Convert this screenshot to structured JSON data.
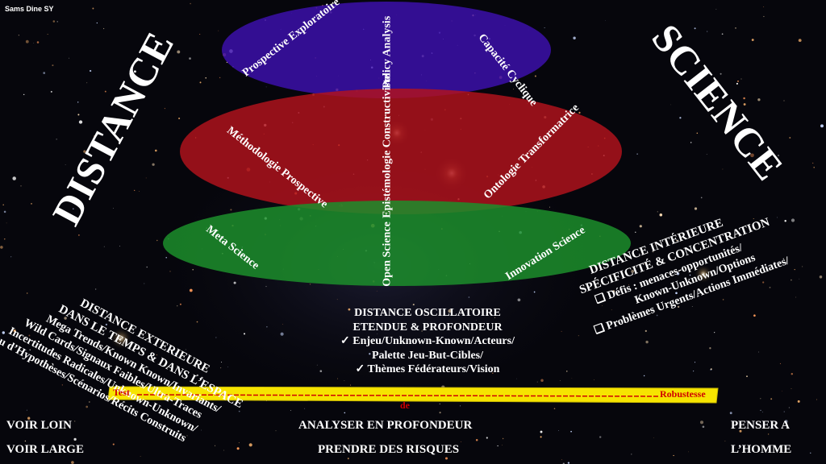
{
  "author": "Sams Dine SY",
  "big_left": "DISTANCE",
  "big_right": "SCIENCE",
  "ellipses": {
    "top": {
      "color": "#3b12a8",
      "left": "Prospective Exploratoire",
      "center": "Policy Analysis",
      "right": "Capacité Cyclique"
    },
    "middle": {
      "color": "#b0101a",
      "left": "Méthodologie Prospective",
      "center": "Epistémologie Constructiviste",
      "right": "Ontologie Transformatrice"
    },
    "bottom": {
      "color": "#1a8a2a",
      "left": "Meta Science",
      "center": "Open Science",
      "right": "Innovation Science"
    }
  },
  "left_section": {
    "title1": "DISTANCE  EXTERIEURE",
    "title2": "DANS LE TEMPS & DANS L’ESPACE",
    "items": [
      "Mega Trends/Known Known/Invariants/",
      "Wild Cards/Signaux Faibles/Ultra-Traces",
      "Incertitudes Radicales/Unknown-Unknown/",
      "Jeu d’Hypothèses/Scénarios/Récits Construits"
    ]
  },
  "center_section": {
    "title1": "DISTANCE OSCILLATOIRE",
    "title2": "ETENDUE & PROFONDEUR",
    "items": [
      "✓ Enjeu/Unknown-Known/Acteurs/",
      "Palette Jeu-But-Cibles/",
      "✓  Thèmes Fédérateurs/Vision"
    ]
  },
  "right_section": {
    "title1": "DISTANCE INTÉRIEURE",
    "title2": "SPÉCIFICITÉ & CONCENTRATION",
    "items": [
      "❑  Défis : menaces-opportunités/",
      "Known-Unknown/Options",
      "❑  Problèmes Urgents/Actions Immédiates/"
    ]
  },
  "bar": {
    "left": "Test",
    "center": "de",
    "right": "Robustesse",
    "color": "#f5e600"
  },
  "footer": {
    "left1": "VOIR LOIN",
    "left2": "VOIR LARGE",
    "center1": "ANALYSER EN PROFONDEUR",
    "center2": "PRENDRE DES RISQUES",
    "right1": "PENSER A",
    "right2": "L’HOMME"
  }
}
